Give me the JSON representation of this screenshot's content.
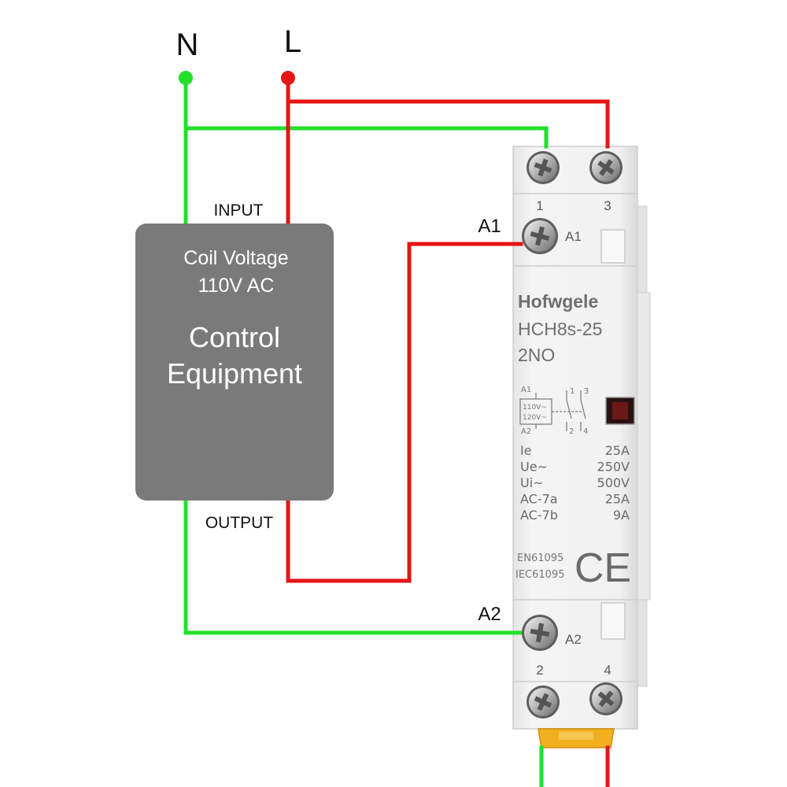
{
  "colors": {
    "live": "#e61414",
    "neutral": "#22e02a",
    "box_fill": "#7a7a7a",
    "box_text": "#ffffff",
    "housing": "#ececec",
    "housing_edge": "#cfcfcf",
    "label": "#5a5a5a",
    "brand": "#6e6e6e",
    "clip": "#f2b01e"
  },
  "supply": {
    "neutral_label": "N",
    "live_label": "L"
  },
  "control_box": {
    "input_label": "INPUT",
    "output_label": "OUTPUT",
    "coil_line1": "Coil Voltage",
    "coil_line2": "110V AC",
    "title_line1": "Control",
    "title_line2": "Equipment"
  },
  "contactor": {
    "brand": "Hofwgele",
    "model": "HCH8s-25",
    "config": "2NO",
    "terminal_top_left": "1",
    "terminal_top_right": "3",
    "terminal_bottom_left": "2",
    "terminal_bottom_right": "4",
    "coil_terminal_a1": "A1",
    "coil_terminal_a2": "A2",
    "external_a1": "A1",
    "external_a2": "A2",
    "schematic": {
      "a1": "A1",
      "a2": "A2",
      "v1": "110V~",
      "v2": "120V~",
      "n1": "1",
      "n3": "3",
      "n2": "2",
      "n4": "4"
    },
    "specs": [
      {
        "label": "Ie",
        "value": "25A"
      },
      {
        "label": "Ue~",
        "value": "250V"
      },
      {
        "label": "Ui~",
        "value": "500V"
      },
      {
        "label": "AC-7a",
        "value": "25A"
      },
      {
        "label": "AC-7b",
        "value": "9A"
      }
    ],
    "standard1": "EN61095",
    "standard2": "IEC61095",
    "mark": "CE"
  }
}
